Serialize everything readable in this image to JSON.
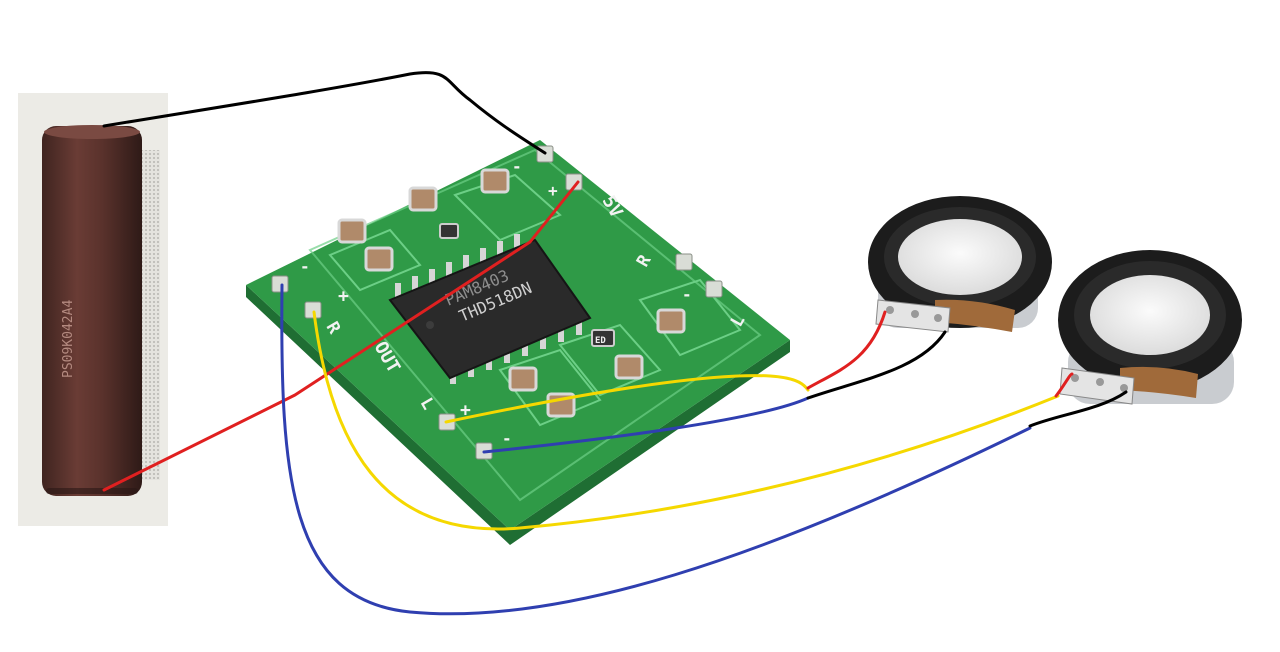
{
  "battery": {
    "code": "PS09K042A4"
  },
  "board": {
    "chip_brand": "PAM8403",
    "chip_code": "THD518DN",
    "marking_5v": "5V",
    "marking_plus": "+",
    "marking_minus": "-",
    "marking_r": "R",
    "marking_l": "L",
    "marking_out": "OUT",
    "marking_ed": "ED"
  },
  "colors": {
    "battery_body": "#5a322c",
    "battery_bg": "#ecebe6",
    "pcb": "#2f9a47",
    "pcb_edge": "#1f6e33",
    "trace": "#6ccf86",
    "pad": "#d9ddd6",
    "chip": "#2a2a2a",
    "capacitor": "#b08a6a",
    "speaker_rim": "#1c1c1c",
    "speaker_cone": "#eeeeee",
    "wire_black": "#000000",
    "wire_red": "#e02020",
    "wire_yellow": "#f5d800",
    "wire_blue": "#2f3fb0"
  },
  "icons": [
    "battery-icon",
    "amplifier-board-icon",
    "speaker-icon"
  ]
}
